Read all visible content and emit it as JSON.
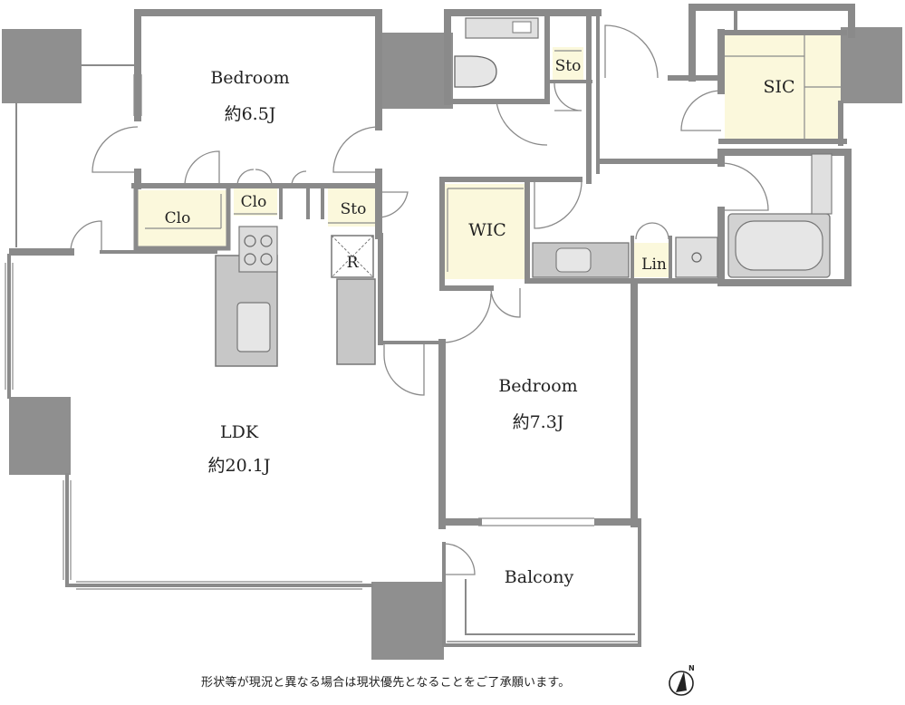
{
  "rooms": {
    "bedroom1": {
      "name": "Bedroom",
      "size": "約6.5J"
    },
    "bedroom2": {
      "name": "Bedroom",
      "size": "約7.3J"
    },
    "ldk": {
      "name": "LDK",
      "size": "約20.1J"
    },
    "balcony": {
      "name": "Balcony"
    },
    "sic": {
      "name": "SIC"
    },
    "wic": {
      "name": "WIC"
    },
    "clo1": {
      "name": "Clo"
    },
    "clo2": {
      "name": "Clo"
    },
    "sto1": {
      "name": "Sto"
    },
    "sto2": {
      "name": "Sto"
    },
    "lin": {
      "name": "Lin"
    },
    "fridge": {
      "name": "R"
    }
  },
  "note": "形状等が現況と異なる場合は現状優先となることをご了承願います。",
  "compass": {
    "label": "N"
  },
  "colors": {
    "wall": "#8a8a8a",
    "pillar": "#8f8f8f",
    "storage": "#fbf8dc",
    "fixture": "#c7c7c7"
  }
}
